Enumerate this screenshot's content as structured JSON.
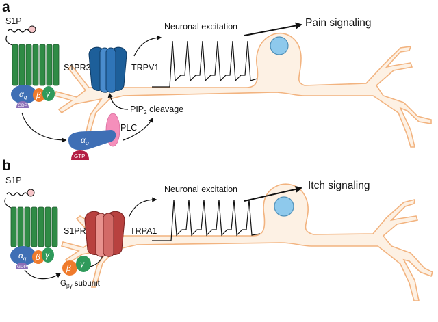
{
  "panels": [
    {
      "letter": "a",
      "ligand": "S1P",
      "receptor": "S1PR3",
      "channel": "TRPV1",
      "excitation": "Neuronal excitation",
      "outcome": "Pain signaling",
      "enzyme": "PLC",
      "cleavage": "PIP",
      "cleavage_sub": "2",
      "cleavage_rest": " cleavage",
      "alpha_q": "α",
      "alpha_q_sub": "q",
      "beta": "β",
      "gamma": "γ",
      "gdp": "GDP",
      "gtp": "GTP"
    },
    {
      "letter": "b",
      "ligand": "S1P",
      "receptor": "S1PR3",
      "channel": "TRPA1",
      "excitation": "Neuronal excitation",
      "outcome": "Itch signaling",
      "subunit": "G",
      "subunit_sub": "βγ",
      "subunit_rest": " subunit",
      "alpha_q": "α",
      "alpha_q_sub": "q",
      "beta": "β",
      "gamma": "γ",
      "gdp": "GDP"
    }
  ],
  "colors": {
    "neuron_fill": "#fdf1e4",
    "neuron_stroke": "#f2b37f",
    "nucleus": "#8ec9ec",
    "receptor": "#2f8b45",
    "trpv1": "#1d5f9a",
    "trpa1": "#b8413f",
    "alpha": "#3f6fb5",
    "beta": "#ef7b2c",
    "gamma": "#2f9a5b",
    "gdp": "#8b6fb8",
    "gtp": "#b31d43",
    "plc": "#f58fbb"
  }
}
